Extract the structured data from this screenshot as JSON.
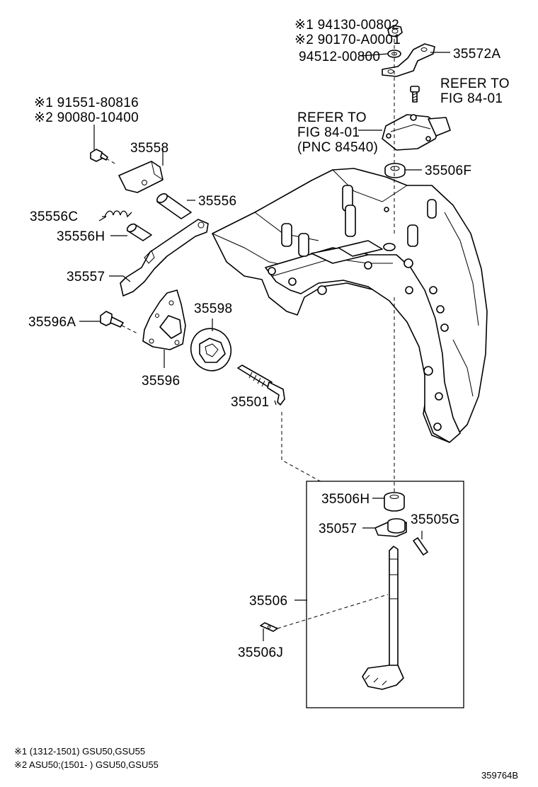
{
  "labels": {
    "nut_a": "※1 94130-00802",
    "nut_b": "※2 90170-A0001",
    "washer": "94512-00800",
    "bracket": "35572A",
    "refer1_a": "REFER TO",
    "refer1_b": "FIG 84-01",
    "refer2_a": "REFER TO",
    "refer2_b": "FIG 84-01",
    "refer2_c": "(PNC 84540)",
    "seal_f": "35506F",
    "bolt_a": "※1 91551-80816",
    "bolt_b": "※2 90080-10400",
    "p35558": "35558",
    "p35556": "35556",
    "p35556C": "35556C",
    "p35556H": "35556H",
    "p35557": "35557",
    "p35596A": "35596A",
    "p35598": "35598",
    "p35596": "35596",
    "p35501": "35501",
    "p35506H": "35506H",
    "p35505G": "35505G",
    "p35057": "35057",
    "p35506": "35506",
    "p35506J": "35506J"
  },
  "notes": {
    "note1": "※1 (1312-1501) GSU50,GSU55",
    "note2": "※2 ASU50;(1501-   ) GSU50,GSU55"
  },
  "figure_id": "359764B"
}
